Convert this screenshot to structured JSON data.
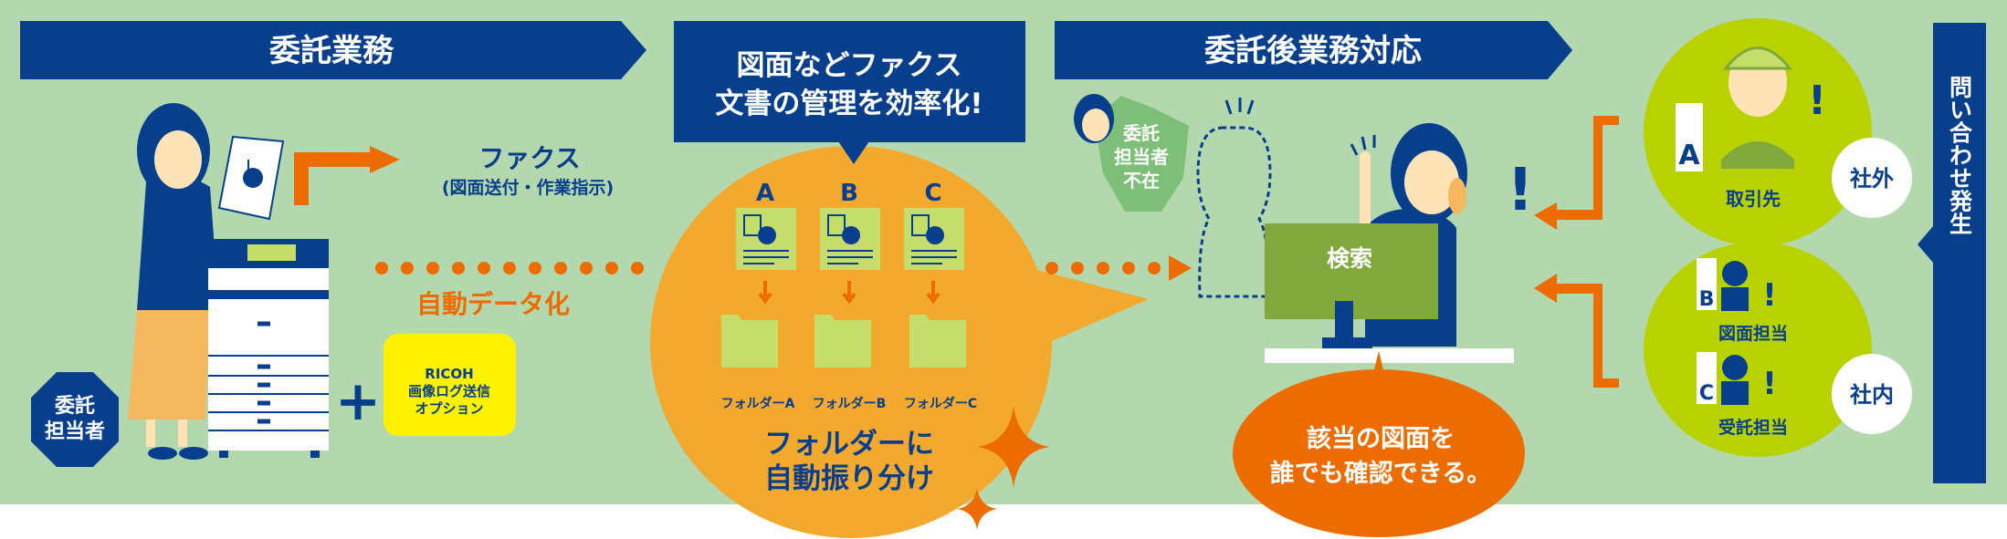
{
  "banners": {
    "outsourced_work": "委託業務",
    "post_outsourcing": "委託後業務対応",
    "callout_line1": "図面などファクス",
    "callout_line2": "文書の管理を効率化!",
    "inquiry": "問い合わせ発生"
  },
  "left": {
    "person_badge_line1": "委託",
    "person_badge_line2": "担当者",
    "fax_title": "ファクス",
    "fax_subtitle": "(図面送付・作業指示)",
    "auto_data": "自動データ化",
    "plus": "+",
    "option_line1": "RICOH",
    "option_line2": "画像ログ送信",
    "option_line3": "オプション"
  },
  "center": {
    "docs": [
      {
        "letter": "A",
        "folder": "フォルダーA"
      },
      {
        "letter": "B",
        "folder": "フォルダーB"
      },
      {
        "letter": "C",
        "folder": "フォルダーC"
      }
    ],
    "sort_line1": "フォルダーに",
    "sort_line2": "自動振り分け"
  },
  "right": {
    "absent_line1": "委託",
    "absent_line2": "担当者",
    "absent_line3": "不在",
    "monitor_label": "検索",
    "result_line1": "該当の図面を",
    "result_line2": "誰でも確認できる。",
    "external_label": "社外",
    "internal_label": "社内",
    "client_letter": "A",
    "client_label": "取引先",
    "drawing_letter": "B",
    "drawing_label": "図面担当",
    "contract_letter": "C",
    "contract_label": "受託担当"
  },
  "colors": {
    "background": "#b3d8ae",
    "navy": "#073f8c",
    "orange": "#ec6c00",
    "light_orange": "#f3a92e",
    "lime": "#b8d200",
    "yellow": "#fff100"
  }
}
